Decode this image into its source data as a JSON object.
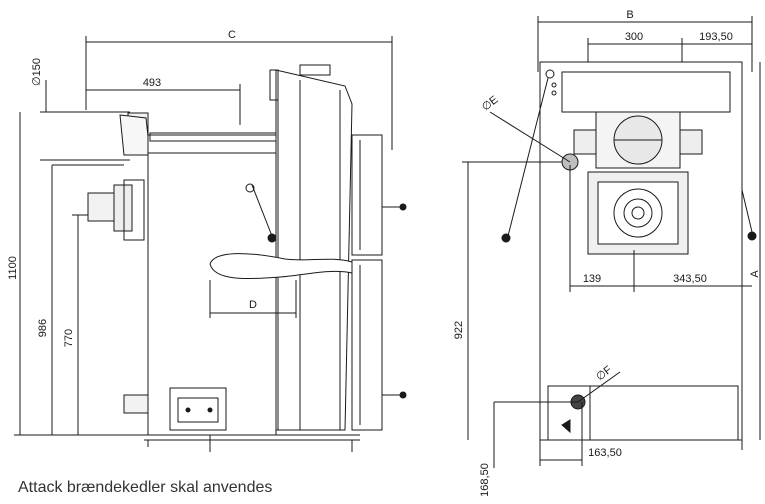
{
  "side_view": {
    "dims": {
      "C": "C",
      "d493": "493",
      "phi150": "∅150",
      "d1100": "1100",
      "d986": "986",
      "d770": "770",
      "D": "D"
    }
  },
  "front_view": {
    "dims": {
      "B": "B",
      "d300": "300",
      "d193_50": "193,50",
      "phiE": "∅E",
      "d139": "139",
      "d343_50": "343,50",
      "A": "A",
      "d922": "922",
      "phiF": "∅F",
      "d168_50": "168,50",
      "d163_50": "163,50"
    }
  },
  "caption": "Attack brændekedler skal anvendes",
  "colors": {
    "line": "#1a1a1a",
    "gray": "#d9d9d9",
    "dark": "#555555"
  }
}
